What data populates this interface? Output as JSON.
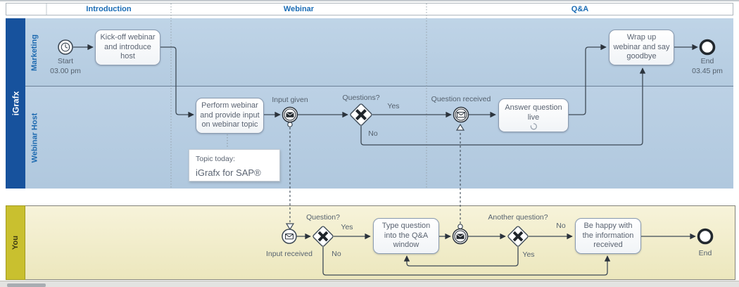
{
  "header": {
    "phases": [
      {
        "label": "Introduction"
      },
      {
        "label": "Webinar"
      },
      {
        "label": "Q&A"
      }
    ]
  },
  "pools": [
    {
      "label": "iGrafx",
      "lanes": [
        {
          "label": "Marketing"
        },
        {
          "label": "Webinar Host"
        }
      ]
    },
    {
      "label": "You"
    }
  ],
  "nodes": {
    "start": {
      "label": "Start",
      "time": "03.00 pm"
    },
    "kickoff": {
      "text": "Kick-off webinar and introduce host"
    },
    "perform": {
      "text": "Perform webinar and provide input on webinar topic"
    },
    "input_given": {
      "label": "Input given"
    },
    "questions": {
      "label": "Questions?",
      "yes": "Yes",
      "no": "No"
    },
    "question_received": {
      "label": "Question received"
    },
    "answer": {
      "text": "Answer question live"
    },
    "wrapup": {
      "text": "Wrap up webinar and say goodbye"
    },
    "end_top": {
      "label": "End",
      "time": "03.45 pm"
    },
    "annotation": {
      "line1": "Topic today:",
      "line2": "iGrafx for SAP®"
    },
    "input_received": {
      "label": "Input received"
    },
    "question": {
      "label": "Question?",
      "yes": "Yes",
      "no": "No"
    },
    "type_question": {
      "text": "Type question into the Q&A window"
    },
    "another_question": {
      "label": "Another question?",
      "yes": "Yes",
      "no": "No"
    },
    "be_happy": {
      "text": "Be happy with the information received"
    },
    "end_bottom": {
      "label": "End"
    }
  },
  "colors": {
    "pool_bar_blue": "#17529d",
    "lane_blue": "#b8cee3",
    "pool_bar_yellow": "#c9c02f",
    "lane_yellow": "#f2eecd",
    "header_text_blue": "#1a6cb5",
    "flow_line": "#3e4a56"
  }
}
